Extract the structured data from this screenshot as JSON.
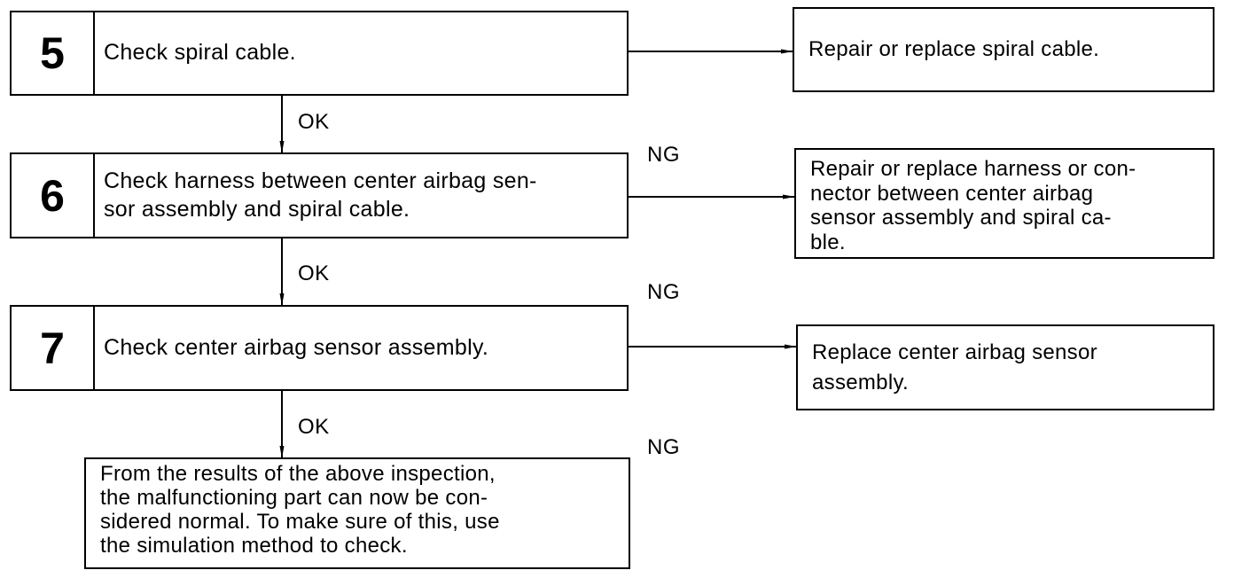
{
  "steps": [
    {
      "number": "5",
      "text": "Check spiral cable."
    },
    {
      "number": "6",
      "text": "Check harness between center airbag sen-\nsor assembly and spiral cable."
    },
    {
      "number": "7",
      "text": "Check center airbag sensor assembly."
    }
  ],
  "results": [
    {
      "text": "Repair or replace spiral cable."
    },
    {
      "text": "Repair or replace harness or con-\nnector between center airbag\nsensor assembly and spiral ca-\nble."
    },
    {
      "text": "Replace center airbag sensor\nassembly."
    }
  ],
  "final_box": {
    "text": "From the results of the above inspection,\nthe malfunctioning part can now be con-\nsidered normal. To make sure of this, use\nthe simulation method to check."
  },
  "labels": {
    "ok": "OK",
    "ng": "NG"
  }
}
